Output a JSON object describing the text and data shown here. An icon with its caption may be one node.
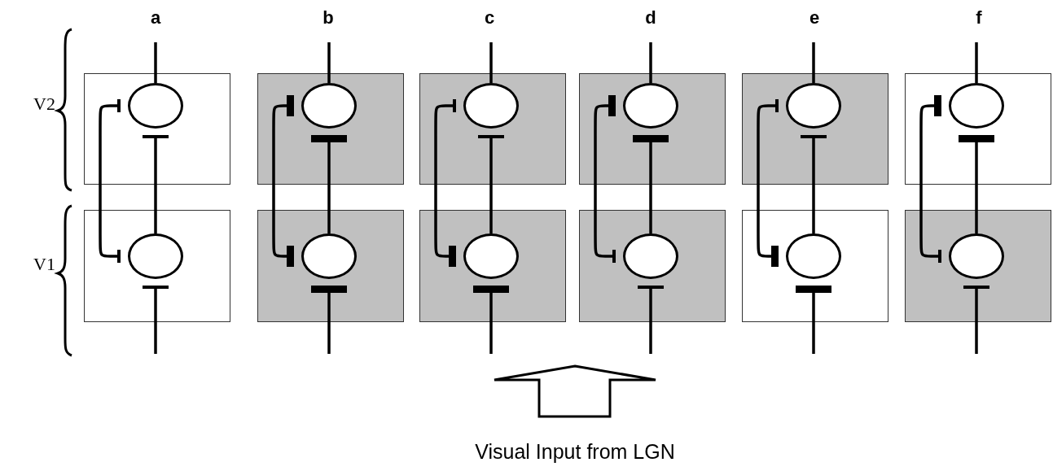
{
  "diagram": {
    "nodes": [
      {
        "text": [],
        "shape": "box"
      },
      {
        "text": [],
        "shape": "ellipse",
        "in": 0
      },
      {
        "text": [],
        "shape": "box"
      },
      {
        "text": [],
        "shape": "ellipse",
        "in": 2
      },
      {
        "text": [],
        "shape": "box"
      },
      {
        "text": [],
        "shape": "ellipse",
        "in": 4
      },
      {
        "text": [],
        "shape": "box"
      },
      {
        "text": [],
        "shape": "ellipse",
        "in": 6
      },
      {
        "text": [],
        "shape": "box"
      },
      {
        "text": [],
        "shape": "ellipse",
        "in": 8
      },
      {
        "text": [],
        "shape": "box"
      },
      {
        "text": [],
        "shape": "ellipse",
        "in": 10
      },
      {
        "text": [],
        "shape": "box"
      },
      {
        "text": [],
        "shape": "ellipse",
        "in": 12
      },
      {
        "text": [],
        "shape": "box"
      },
      {
        "text": [],
        "shape": "ellipse",
        "in": 14
      },
      {
        "text": [],
        "shape": "box"
      },
      {
        "text": [],
        "shape": "ellipse",
        "in": 16
      },
      {
        "text": [],
        "shape": "box"
      },
      {
        "text": [],
        "shape": "ellipse",
        "in": 18
      },
      {
        "text": [],
        "shape": "box"
      },
      {
        "text": [],
        "shape": "ellipse",
        "in": 20
      },
      {
        "text": [],
        "shape": "box"
      },
      {
        "text": [],
        "shape": "ellipse",
        "in": 22
      }
    ],
    "edges": [
      {
        "from": 1,
        "to": null,
        "arrow": "none"
      },
      {
        "from": 13,
        "to": 1,
        "arrow": "other"
      },
      {
        "from": 1,
        "to": 13,
        "arrow": "other"
      },
      {
        "from": null,
        "to": 13,
        "arrow": "other"
      },
      {
        "from": 3,
        "to": null,
        "arrow": "none"
      },
      {
        "from": 15,
        "to": 3,
        "arrow": "other"
      },
      {
        "from": 3,
        "to": 15,
        "arrow": "other"
      },
      {
        "from": null,
        "to": 15,
        "arrow": "other"
      },
      {
        "from": 5,
        "to": null,
        "arrow": "none"
      },
      {
        "from": 17,
        "to": 5,
        "arrow": "other"
      },
      {
        "from": 5,
        "to": 17,
        "arrow": "other"
      },
      {
        "from": null,
        "to": 17,
        "arrow": "other"
      },
      {
        "from": 7,
        "to": null,
        "arrow": "none"
      },
      {
        "from": 19,
        "to": 7,
        "arrow": "other"
      },
      {
        "from": 7,
        "to": 19,
        "arrow": "other"
      },
      {
        "from": null,
        "to": 19,
        "arrow": "other"
      },
      {
        "from": 9,
        "to": null,
        "arrow": "none"
      },
      {
        "from": 21,
        "to": 9,
        "arrow": "other"
      },
      {
        "from": 9,
        "to": 21,
        "arrow": "other"
      },
      {
        "from": null,
        "to": 21,
        "arrow": "other"
      },
      {
        "from": 11,
        "to": null,
        "arrow": "none"
      },
      {
        "from": 23,
        "to": 11,
        "arrow": "other"
      },
      {
        "from": 11,
        "to": 23,
        "arrow": "other"
      },
      {
        "from": null,
        "to": 23,
        "arrow": "other"
      }
    ],
    "labels": [
      "a",
      "b",
      "c",
      "d",
      "e",
      "f",
      "V2",
      "V1",
      "Visual Input from LGN"
    ]
  }
}
